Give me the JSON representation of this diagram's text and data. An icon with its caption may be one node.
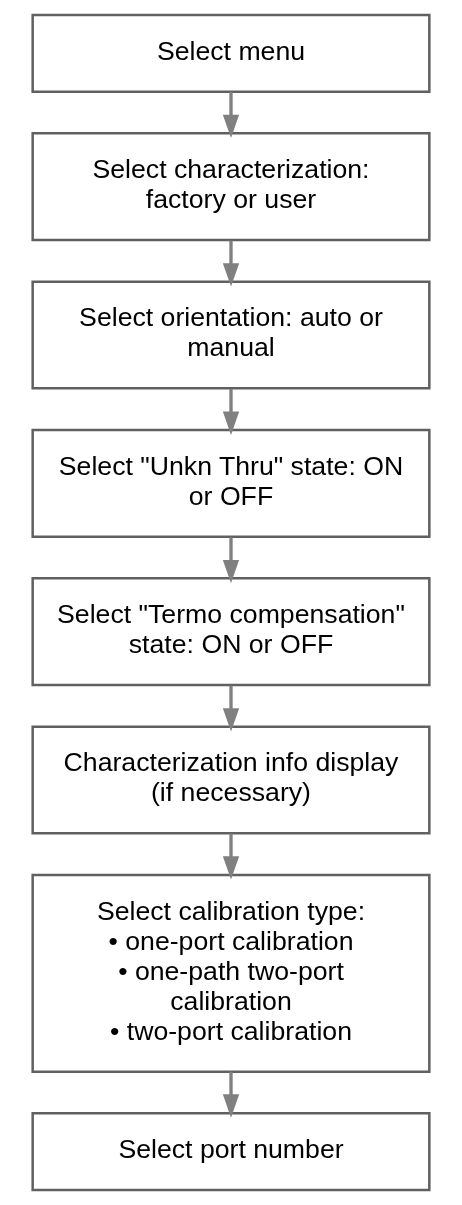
{
  "diagram": {
    "nodes": [
      {
        "text": [
          "Select menu"
        ]
      },
      {
        "text": [
          "Select characterization: factory or user"
        ]
      },
      {
        "text": [
          "Select orientation: auto or manual"
        ]
      },
      {
        "text": [
          "Select \"Unkn Thru\" state: ON or OFF"
        ]
      },
      {
        "text": [
          "Select \"Termo compensation\" state: ON or OFF"
        ]
      },
      {
        "text": [
          "Characterization info display (if necessary)"
        ]
      },
      {
        "text": [
          "Select calibration type:",
          "• one-port calibration",
          "• one-path two-port calibration",
          "• two-port calibration"
        ]
      },
      {
        "text": [
          "Select port number"
        ]
      }
    ],
    "edges": [
      {
        "from": 0,
        "to": 1,
        "arrow": "to"
      },
      {
        "from": 1,
        "to": 2,
        "arrow": "to"
      },
      {
        "from": 2,
        "to": 3,
        "arrow": "to"
      },
      {
        "from": 3,
        "to": 4,
        "arrow": "to"
      },
      {
        "from": 4,
        "to": 5,
        "arrow": "to"
      },
      {
        "from": 5,
        "to": 6,
        "arrow": "to"
      },
      {
        "from": 6,
        "to": 7,
        "arrow": "to"
      }
    ]
  }
}
